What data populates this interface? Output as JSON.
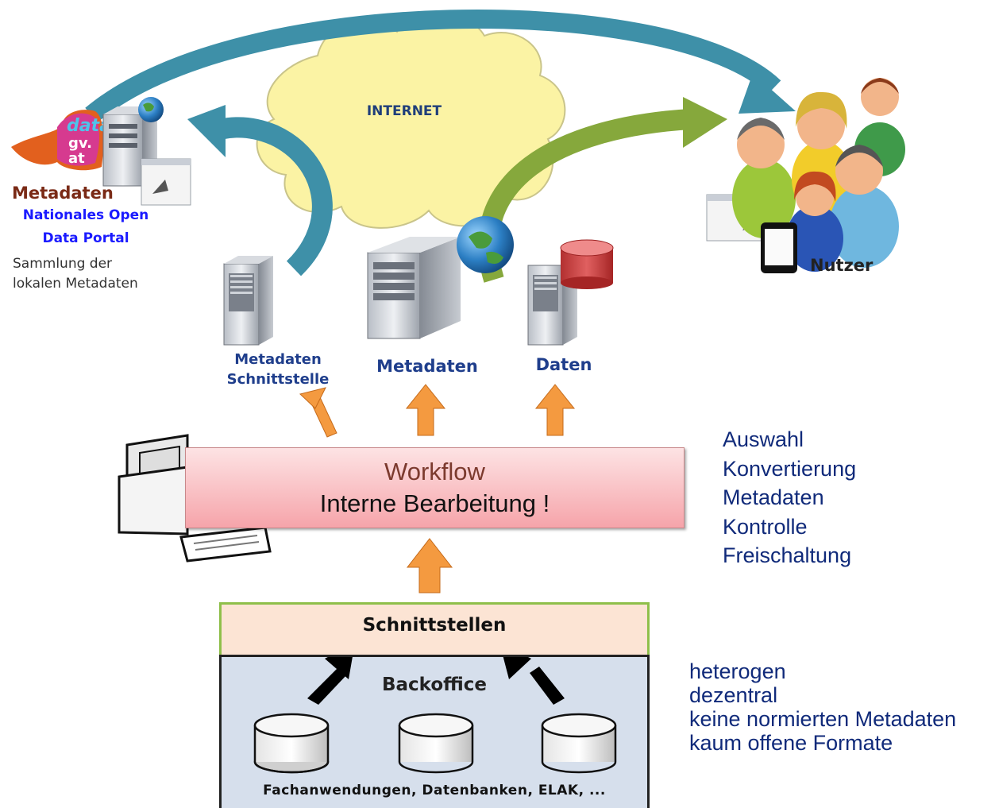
{
  "internet": {
    "label": "INTERNET"
  },
  "portal": {
    "logo_lines": [
      "data",
      "gv.",
      "at"
    ],
    "title": "Metadaten",
    "subtitle_lines": [
      "Nationales Open",
      "Data Portal"
    ],
    "desc_lines": [
      "Sammlung der",
      "lokalen Metadaten"
    ]
  },
  "users": {
    "label": "Nutzer"
  },
  "servers": {
    "schnittstelle_lines": [
      "Metadaten",
      "Schnittstelle"
    ],
    "metadaten": "Metadaten",
    "daten": "Daten"
  },
  "workflow": {
    "title": "Workflow",
    "subtitle": "Interne Bearbeitung !"
  },
  "workflow_steps": [
    "Auswahl",
    "Konvertierung",
    "Metadaten",
    "Kontrolle",
    "Freischaltung"
  ],
  "schnittstellen": {
    "label": "Schnittstellen"
  },
  "backoffice": {
    "label": "Backoffice",
    "footer": "Fachanwendungen,  Datenbanken, ELAK, ..."
  },
  "backoffice_traits": [
    "heterogen",
    "dezentral",
    "keine normierten Metadaten",
    "kaum offene Formate"
  ],
  "colors": {
    "teal_arrow": "#3e90a8",
    "green_arrow": "#86a83c",
    "cloud_fill": "#fbf3a4",
    "orange_arrow": "#f49a40",
    "workflow_pink": "#f6a4aa",
    "label_blue": "#102a7a"
  }
}
